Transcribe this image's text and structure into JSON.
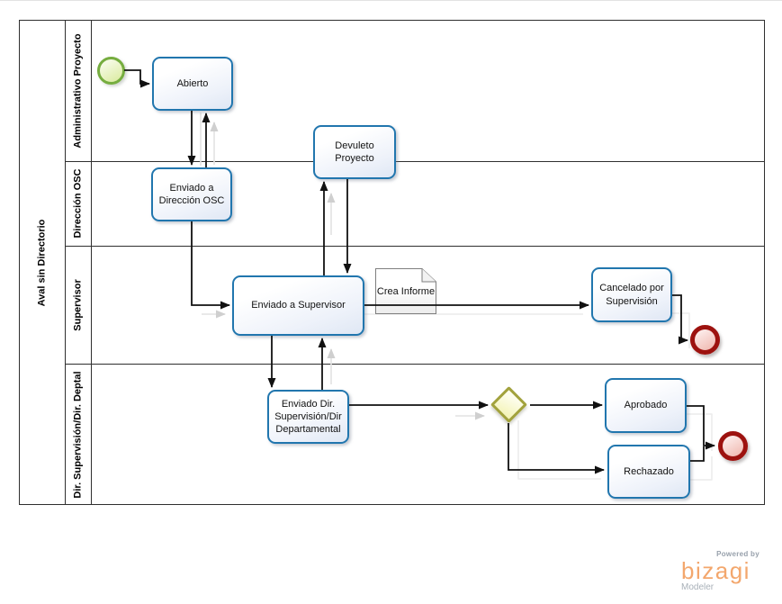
{
  "pool": {
    "name": "Aval sin Directorio",
    "lanes": [
      "Administrativo Proyecto",
      "Dirección OSC",
      "Supervisor",
      "Dir. Supervisión/Dir. Deptal"
    ]
  },
  "nodes": {
    "abierto": {
      "label": "Abierto"
    },
    "enviado_osc": {
      "label": "Enviado a Dirección OSC"
    },
    "devuleto": {
      "label": "Devuleto Proyecto"
    },
    "enviado_supervisor": {
      "label": "Enviado a Supervisor"
    },
    "crea_informe": {
      "label": "Crea Informe"
    },
    "cancelado": {
      "label": "Cancelado por Supervisión"
    },
    "enviado_dir": {
      "label": "Enviado Dir. Supervisión/Dir Departamental"
    },
    "aprobado": {
      "label": "Aprobado"
    },
    "rechazado": {
      "label": "Rechazado"
    }
  },
  "branding": {
    "powered_by": "Powered by",
    "brand": "bizagi",
    "product": "Modeler"
  },
  "colors": {
    "task_border": "#2176ae",
    "start_event_border": "#76ad3f",
    "end_event_border": "#9d120f",
    "gateway_border": "#a2a23c",
    "flow_line": "#111111",
    "ghost_line": "#e2e2e2",
    "brand_orange": "#f3a76d"
  }
}
